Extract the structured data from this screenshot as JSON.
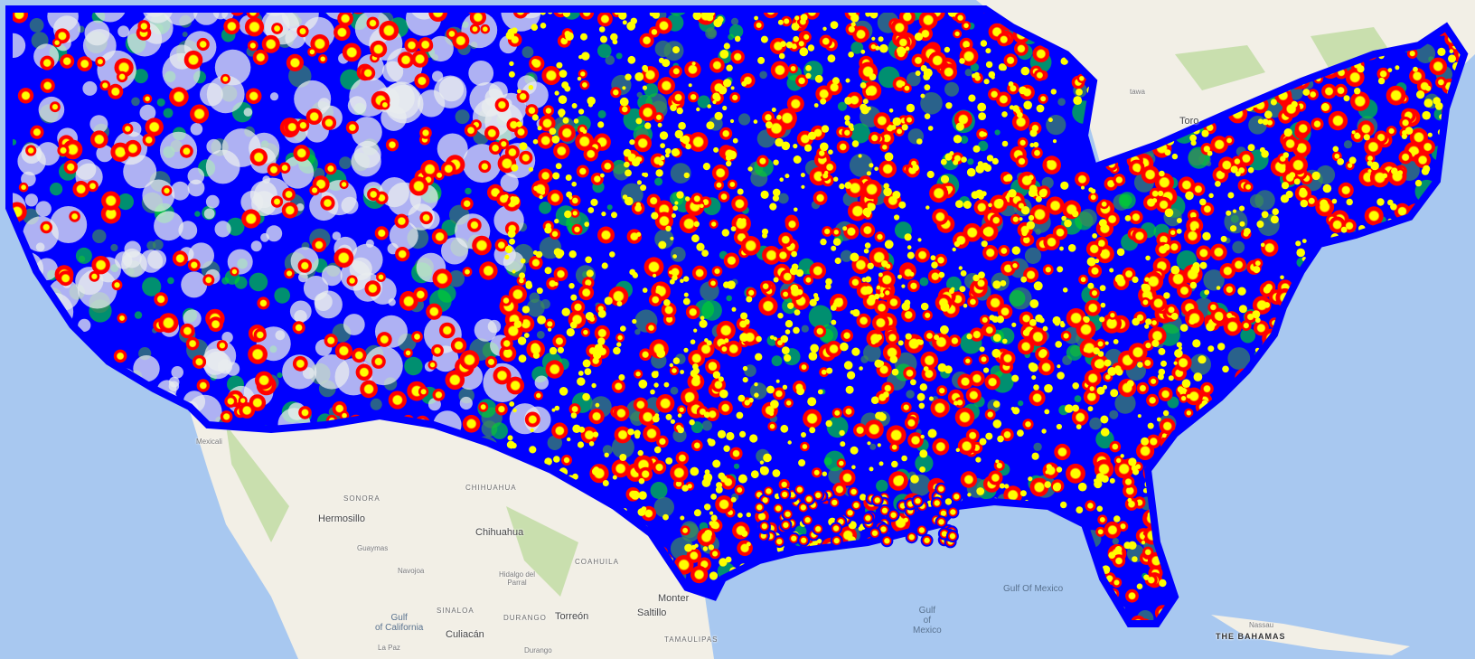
{
  "map": {
    "colors": {
      "water": "#a8c8f0",
      "land": "#f2efe6",
      "vegetation": "#c9dfae",
      "coverage_low": "#0000ff",
      "coverage_mid": "#00cc33",
      "coverage_high": "#ff0000",
      "coverage_peak": "#ffff00"
    },
    "labels": {
      "toronto": "Toro",
      "ottawa": "tawa",
      "sonora": "SONORA",
      "hermosillo": "Hermosillo",
      "chihuahua_state": "CHIHUAHUA",
      "chihuahua_city": "Chihuahua",
      "guaymas": "Guaymas",
      "navojoa": "Navojoa",
      "hidalgo_del_parral": "Hidalgo del Parral",
      "coahuila": "COAHUILA",
      "sinaloa": "SINALOA",
      "culiacan": "Culiacán",
      "durango_state": "DURANGO",
      "torreon": "Torreón",
      "saltillo": "Saltillo",
      "monterrey": "Monter",
      "durango_city": "Durango",
      "tamaulipas": "TAMAULIPAS",
      "mexicali": "Mexicali",
      "gulf_of_california": "Gulf\nof California",
      "la_paz": "La Paz",
      "gulf_of_mexico_1": "Gulf Of Mexico",
      "gulf_of_mexico_2": "Gulf\nof\nMexico",
      "nassau": "Nassau",
      "bahamas": "THE BAHAMAS"
    }
  }
}
